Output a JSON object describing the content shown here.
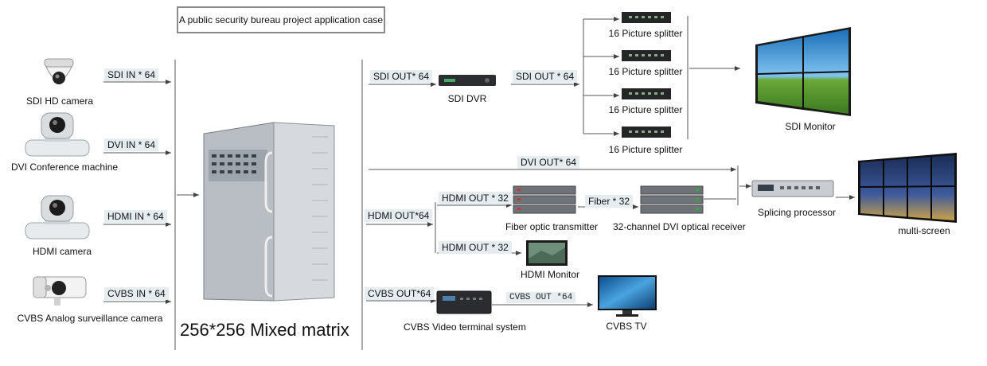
{
  "title": "A public security bureau project application case",
  "matrix_caption": "256*256 Mixed matrix",
  "inputs": [
    {
      "device": "SDI HD camera",
      "signal": "SDI IN * 64"
    },
    {
      "device": "DVI Conference machine",
      "signal": "DVI IN * 64"
    },
    {
      "device": "HDMI camera",
      "signal": "HDMI IN * 64"
    },
    {
      "device": "CVBS Analog surveillance camera",
      "signal": "CVBS IN * 64"
    }
  ],
  "sdi": {
    "out_signal": "SDI OUT* 64",
    "dvr": "SDI DVR",
    "out2_signal": "SDI OUT * 64",
    "splitter": "16 Picture splitter",
    "monitor": "SDI Monitor"
  },
  "dvi": {
    "out_signal": "DVI OUT* 64",
    "processor": "Splicing processor",
    "screen": "multi-screen"
  },
  "hdmi": {
    "out_signal": "HDMI OUT*64",
    "out_a": "HDMI OUT * 32",
    "out_b": "HDMI OUT * 32",
    "transmitter": "Fiber optic transmitter",
    "fiber": "Fiber * 32",
    "receiver": "32-channel DVI optical receiver",
    "monitor": "HDMI Monitor"
  },
  "cvbs": {
    "out_signal": "CVBS OUT*64",
    "terminal": "CVBS Video terminal system",
    "out2_signal": "CVBS OUT *64",
    "tv": "CVBS TV"
  }
}
